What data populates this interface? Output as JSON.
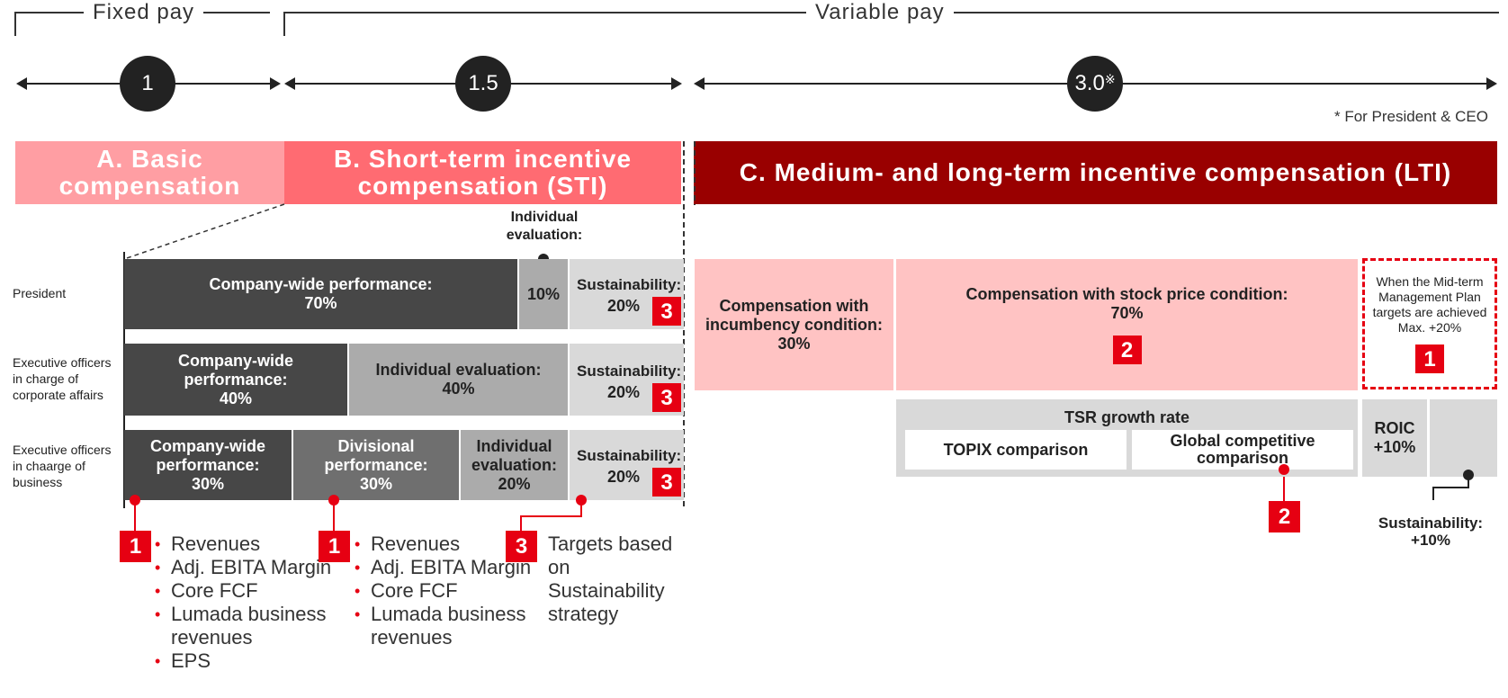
{
  "header": {
    "fixed_pay": "Fixed pay",
    "variable_pay": "Variable pay"
  },
  "scale": {
    "fixed": "1",
    "sti": "1.5",
    "lti": "3.0",
    "lti_mark": "※",
    "footnote": "* For President & CEO"
  },
  "banners": {
    "a_line1": "A. Basic",
    "a_line2": "compensation",
    "b_line1": "B. Short-term incentive",
    "b_line2": "compensation (STI)",
    "c": "C. Medium- and long-term incentive compensation (LTI)"
  },
  "sti": {
    "individual_eval_label": "Individual evaluation:",
    "rows": [
      {
        "label": "President",
        "segments": [
          {
            "text": "Company-wide performance:",
            "value": "70%"
          },
          {
            "text": "",
            "value": "10%"
          },
          {
            "text": "Sustainability:",
            "value": "20%",
            "badge": "3"
          }
        ]
      },
      {
        "label": "Executive officers in charge of corporate affairs",
        "segments": [
          {
            "text": "Company-wide performance:",
            "value": "40%"
          },
          {
            "text": "Individual evaluation:",
            "value": "40%"
          },
          {
            "text": "Sustainability:",
            "value": "20%",
            "badge": "3"
          }
        ]
      },
      {
        "label": "Executive officers in chaarge of business",
        "segments": [
          {
            "text": "Company-wide performance:",
            "value": "30%"
          },
          {
            "text": "Divisional performance:",
            "value": "30%"
          },
          {
            "text": "Individual evaluation:",
            "value": "20%"
          },
          {
            "text": "Sustainability:",
            "value": "20%",
            "badge": "3"
          }
        ]
      }
    ],
    "notes": [
      {
        "badge": "1",
        "items": [
          "Revenues",
          "Adj. EBITA Margin",
          "Core FCF",
          "Lumada business revenues",
          "EPS"
        ]
      },
      {
        "badge": "1",
        "items": [
          "Revenues",
          "Adj. EBITA Margin",
          "Core FCF",
          "Lumada business revenues"
        ]
      },
      {
        "badge": "3",
        "text": "Targets based on Sustainability strategy"
      }
    ]
  },
  "lti": {
    "incumbency": {
      "text": "Compensation with incumbency condition:",
      "value": "30%"
    },
    "stock": {
      "text": "Compensation with stock price condition:",
      "value": "70%",
      "badge": "2"
    },
    "midterm": {
      "text": "When the Mid-term Management Plan targets are achieved",
      "value": "Max. +20%",
      "badge": "1"
    },
    "tsr": {
      "title": "TSR growth rate",
      "topix": "TOPIX comparison",
      "global": "Global competitive comparison",
      "badge": "2"
    },
    "roic": {
      "text": "ROIC",
      "value": "+10%"
    },
    "sustainability": {
      "text": "Sustainability:",
      "value": "+10%"
    }
  },
  "colors": {
    "accent_red": "#e60012",
    "banner_a": "#ff9ea3",
    "banner_b": "#ff6b72",
    "banner_c": "#990000",
    "pink_fill": "#ffc3c3",
    "dark_gray": "#474747"
  }
}
